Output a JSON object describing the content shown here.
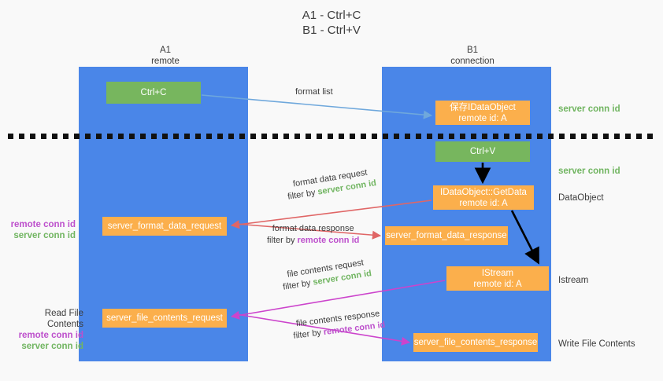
{
  "title": {
    "line1": "A1 - Ctrl+C",
    "line2": "B1 - Ctrl+V"
  },
  "columns": [
    {
      "name": "A1",
      "sub": "remote"
    },
    {
      "name": "B1",
      "sub": "connection"
    }
  ],
  "colors": {
    "lane": "#4a86e8",
    "green_node": "#77b65e",
    "orange_node": "#fbaf4c",
    "server_conn_text": "#71b561",
    "remote_conn_text": "#bd50cc",
    "arrow_blue": "#6fa8dc",
    "arrow_red": "#e06666",
    "arrow_magenta": "#cc44cc",
    "arrow_black": "#000000",
    "divider": "#111111",
    "background": "#f9f9f9"
  },
  "nodes": {
    "ctrl_c": {
      "label": "Ctrl+C"
    },
    "save_dataobject": {
      "line1": "保存IDataObject",
      "line2": "remote id: A"
    },
    "ctrl_v": {
      "label": "Ctrl+V"
    },
    "getdata": {
      "line1": "IDataObject::GetData",
      "line2": "remote id: A"
    },
    "istream": {
      "line1": "IStream",
      "line2": "remote id: A"
    },
    "server_format_data_request": {
      "label": "server_format_data_request"
    },
    "server_format_data_response": {
      "label": "server_format_data_response"
    },
    "server_file_contents_request": {
      "label": "server_file_contents_request"
    },
    "server_file_contents_response": {
      "label": "server_file_contents_response"
    }
  },
  "edges": {
    "format_list": {
      "label": "format list"
    },
    "format_data_request": {
      "label": "format data request",
      "filter_prefix": "filter by ",
      "filter_value": "server conn id"
    },
    "format_data_response": {
      "label": "format data response",
      "filter_prefix": "filter by ",
      "filter_value": "remote conn id"
    },
    "file_contents_request": {
      "label": "file contents request",
      "filter_prefix": "filter by ",
      "filter_value": "server conn id"
    },
    "file_contents_response": {
      "label": "file contents response",
      "filter_prefix": "filter by ",
      "filter_value": "remote conn id"
    }
  },
  "side_labels": {
    "server_conn_id_top": "server conn id",
    "server_conn_id_mid": "server conn id",
    "dataobject": "DataObject",
    "istream": "Istream",
    "write_file_contents": "Write File Contents",
    "read_file_contents": "Read File Contents",
    "remote_conn_id": "remote conn id",
    "server_conn_id": "server conn id"
  }
}
